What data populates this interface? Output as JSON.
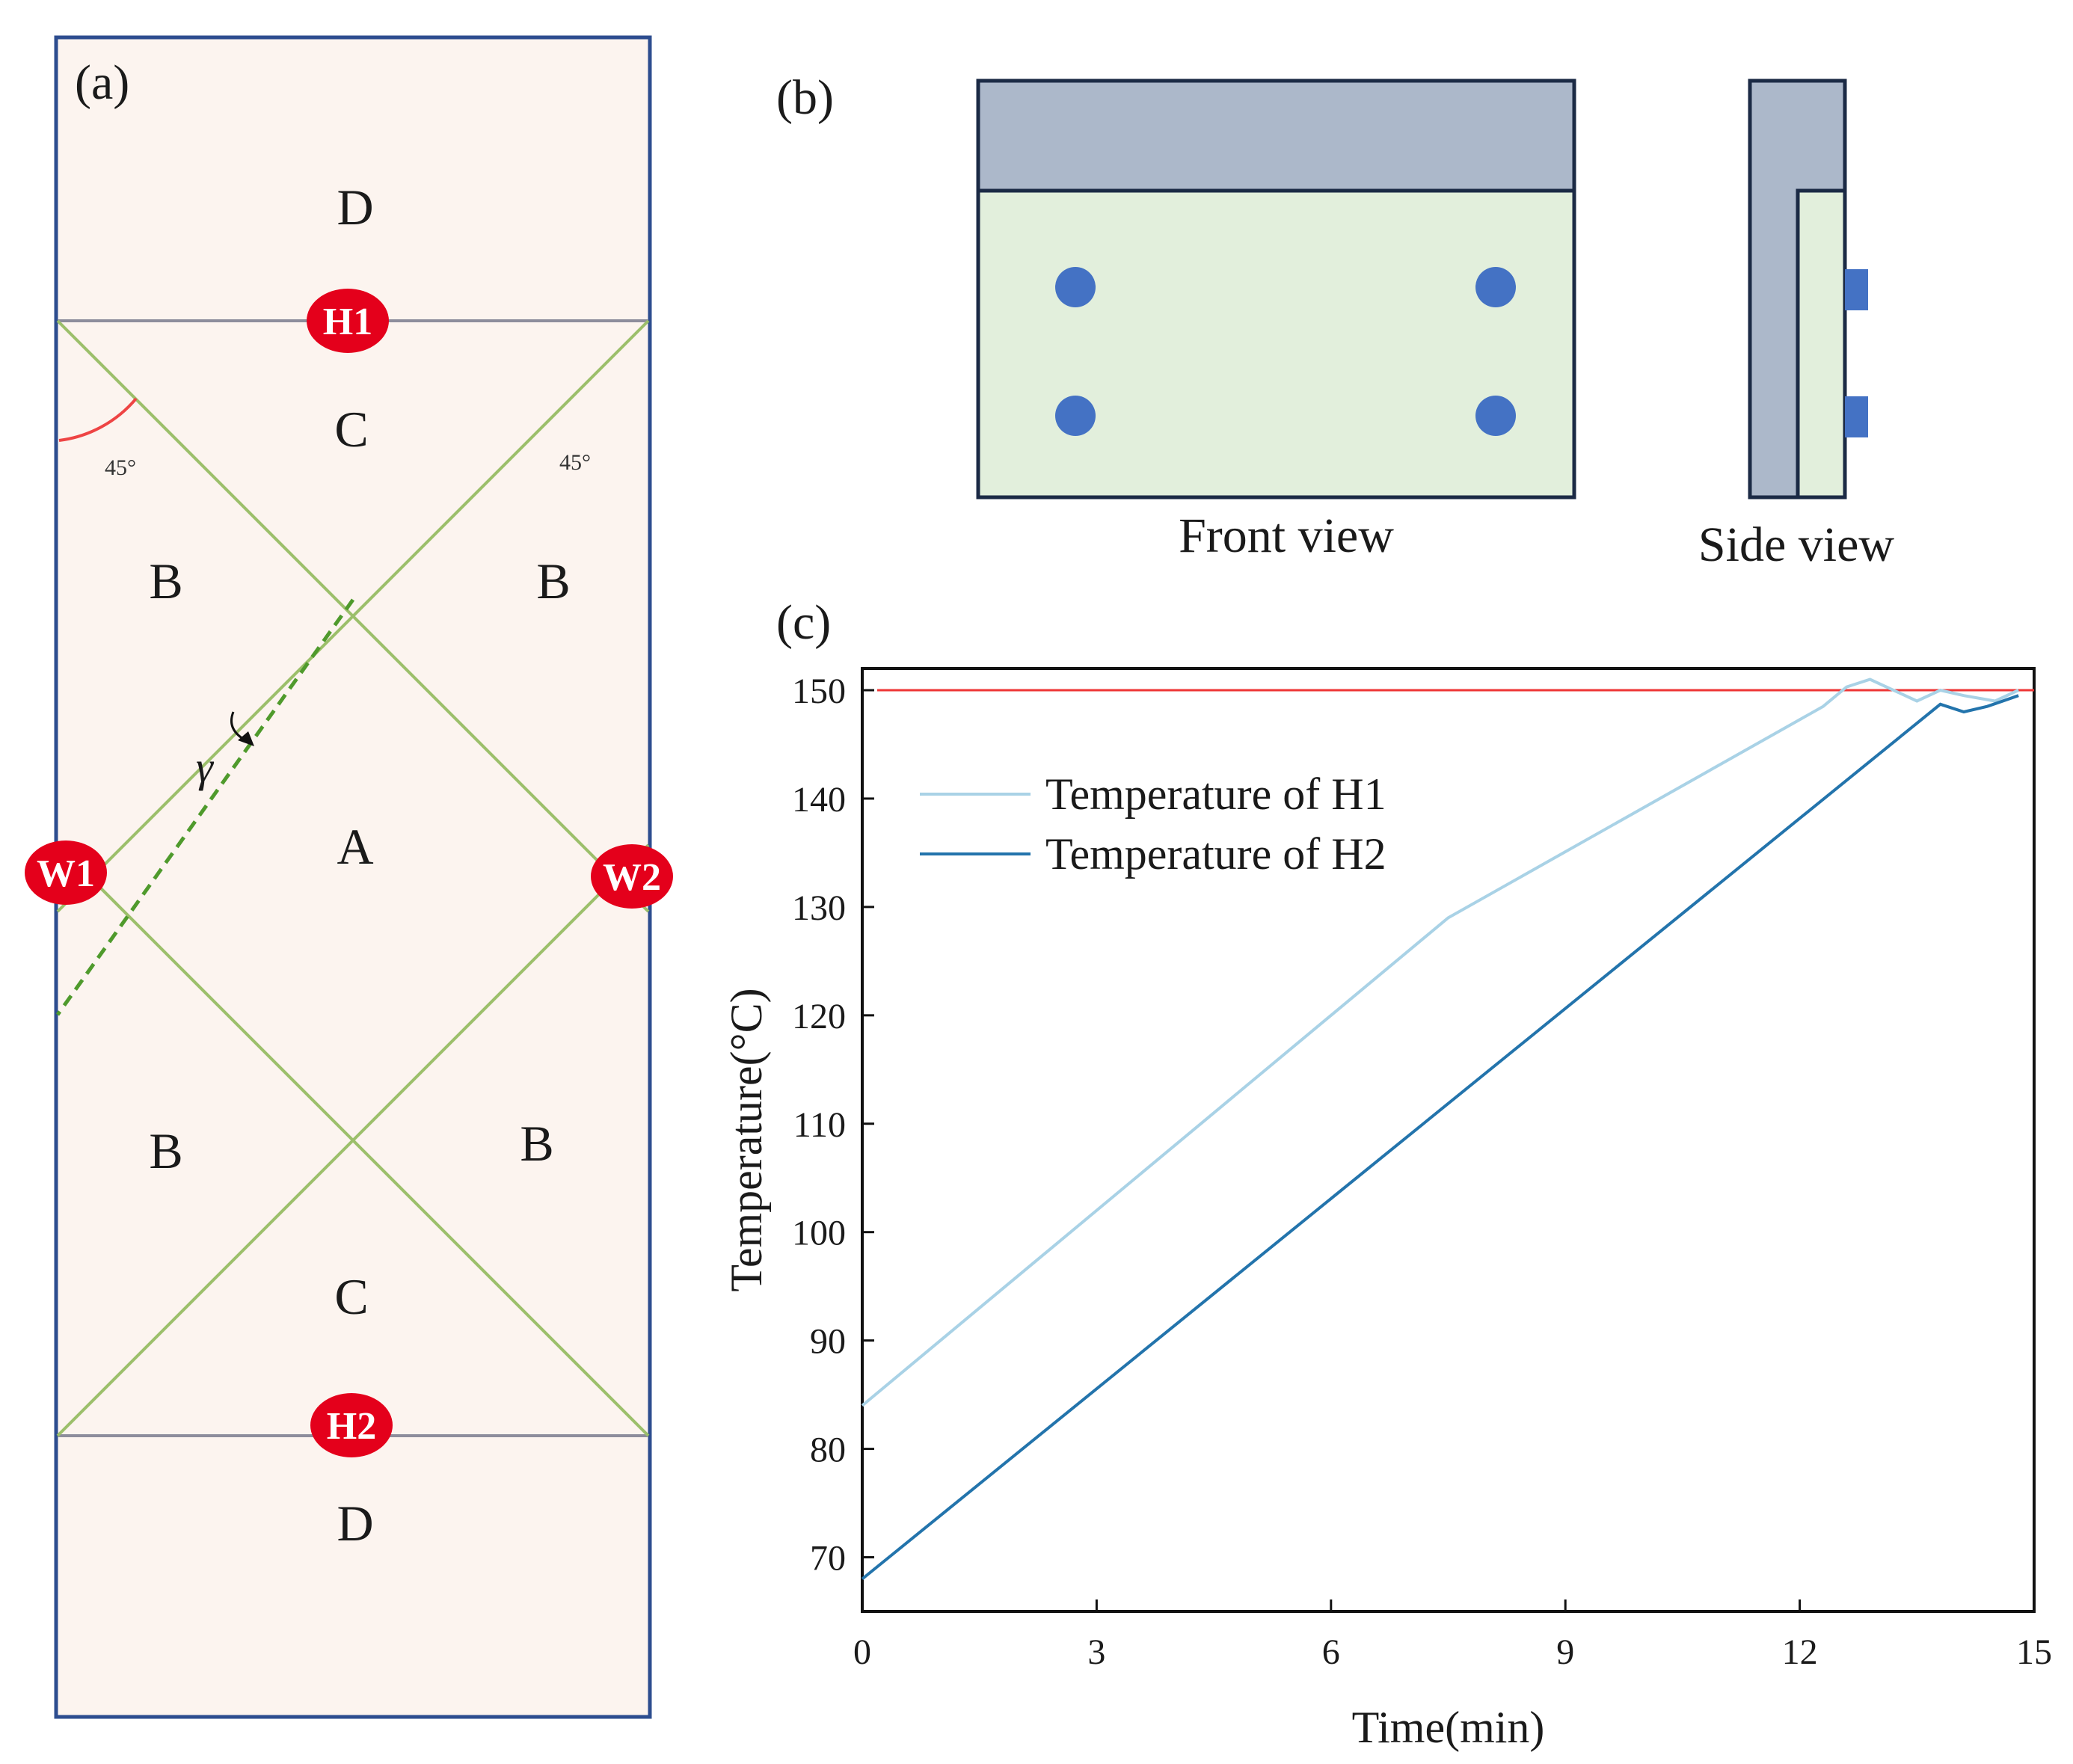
{
  "panels": {
    "a": {
      "label": "(a)",
      "regions": {
        "A": "A",
        "B": "B",
        "C": "C",
        "D": "D"
      },
      "angle_label": "45°",
      "gamma": "γ",
      "markers": {
        "H1": "H1",
        "H2": "H2",
        "W1": "W1",
        "W2": "W2"
      }
    },
    "b": {
      "label": "(b)",
      "front_view": "Front view",
      "side_view": "Side view"
    },
    "c": {
      "label": "(c)"
    }
  },
  "colors": {
    "background_a": "#fcf4ef",
    "border": "#2d4d8f",
    "diagonal": "#9cbf6b",
    "gamma_line": "#4f9a2c",
    "hline": "#8d8d9c",
    "marker": "#e4001b",
    "gray_block": "#acb8ca",
    "green_block": "#e2efdc",
    "blue_dot": "#4472c4",
    "h1_line": "#a9d2e6",
    "h2_line": "#2374ac",
    "ref_line": "#ee3636"
  },
  "chart_data": {
    "type": "line",
    "xlabel": "Time(min)",
    "ylabel": "Temperature(°C)",
    "xlim": [
      0,
      15
    ],
    "ylim": [
      65,
      152
    ],
    "xticks": [
      0,
      3,
      6,
      9,
      12,
      15
    ],
    "yticks": [
      70,
      80,
      90,
      100,
      110,
      120,
      130,
      140,
      150
    ],
    "reference_line": {
      "y": 150
    },
    "legend_position": "top-left",
    "series": [
      {
        "name": "Temperature of H1",
        "x": [
          0,
          7.5,
          12.3,
          12.6,
          12.9,
          13.5,
          13.8,
          14.1,
          14.5,
          14.8
        ],
        "y": [
          84,
          129,
          148.5,
          150.3,
          151,
          149,
          150,
          149.5,
          149,
          150
        ]
      },
      {
        "name": "Temperature of H2",
        "x": [
          0,
          13.8,
          14.1,
          14.4,
          14.8
        ],
        "y": [
          68,
          148.7,
          148,
          148.5,
          149.5
        ]
      }
    ]
  }
}
